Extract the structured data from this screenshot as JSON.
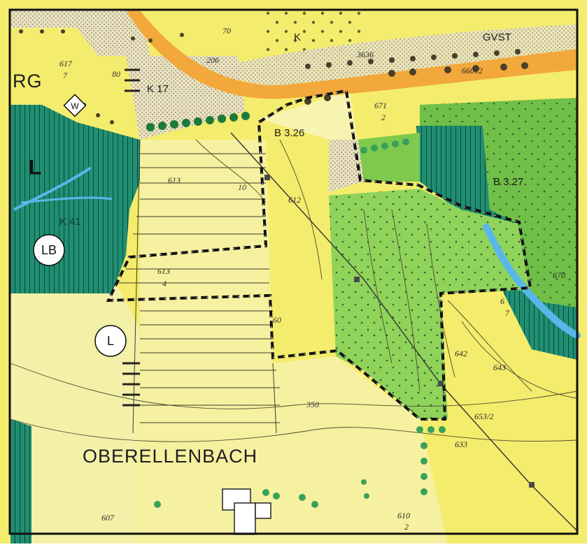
{
  "map": {
    "place_names": {
      "oberellenbach": "OBERELLENBACH",
      "edge_fragment": "RG"
    },
    "zones": {
      "b326": "B 3.26",
      "b327": "B 3.27",
      "k17": "K 17",
      "k41": "K 41",
      "k_top": "K",
      "gvst": "GVST"
    },
    "plots": {
      "p671": "671",
      "p671_sub": "2",
      "p613": "613",
      "p612": "612",
      "p613_4": "613",
      "p613_4_sub": "4",
      "p617": "617",
      "p617_sub": "7",
      "p642": "642",
      "p643": "643",
      "p633": "633",
      "p653": "653/2",
      "p610": "610",
      "p610_sub": "2",
      "p607": "607",
      "p6_7": "6",
      "p6_7_sub": "7",
      "p670": "670",
      "p3636": "3636",
      "p66012": "66012",
      "p206": "206",
      "p70": "70"
    },
    "contours": {
      "c350": "350",
      "c60": "60",
      "c10": "10",
      "c80": "80"
    },
    "symbols": {
      "lb_circle": "LB",
      "l_circle": "L",
      "w_diamond": "W",
      "l_forest": "L"
    },
    "colors": {
      "agricultural": "#f4ec6c",
      "pale_yellow": "#f3f0a8",
      "forest_dark": "#1f8f72",
      "forest_light": "#8fd35a",
      "green_light2": "#5fbf6a",
      "road": "#f2a83a",
      "water": "#58b7ea",
      "boundary": "#111111"
    }
  }
}
